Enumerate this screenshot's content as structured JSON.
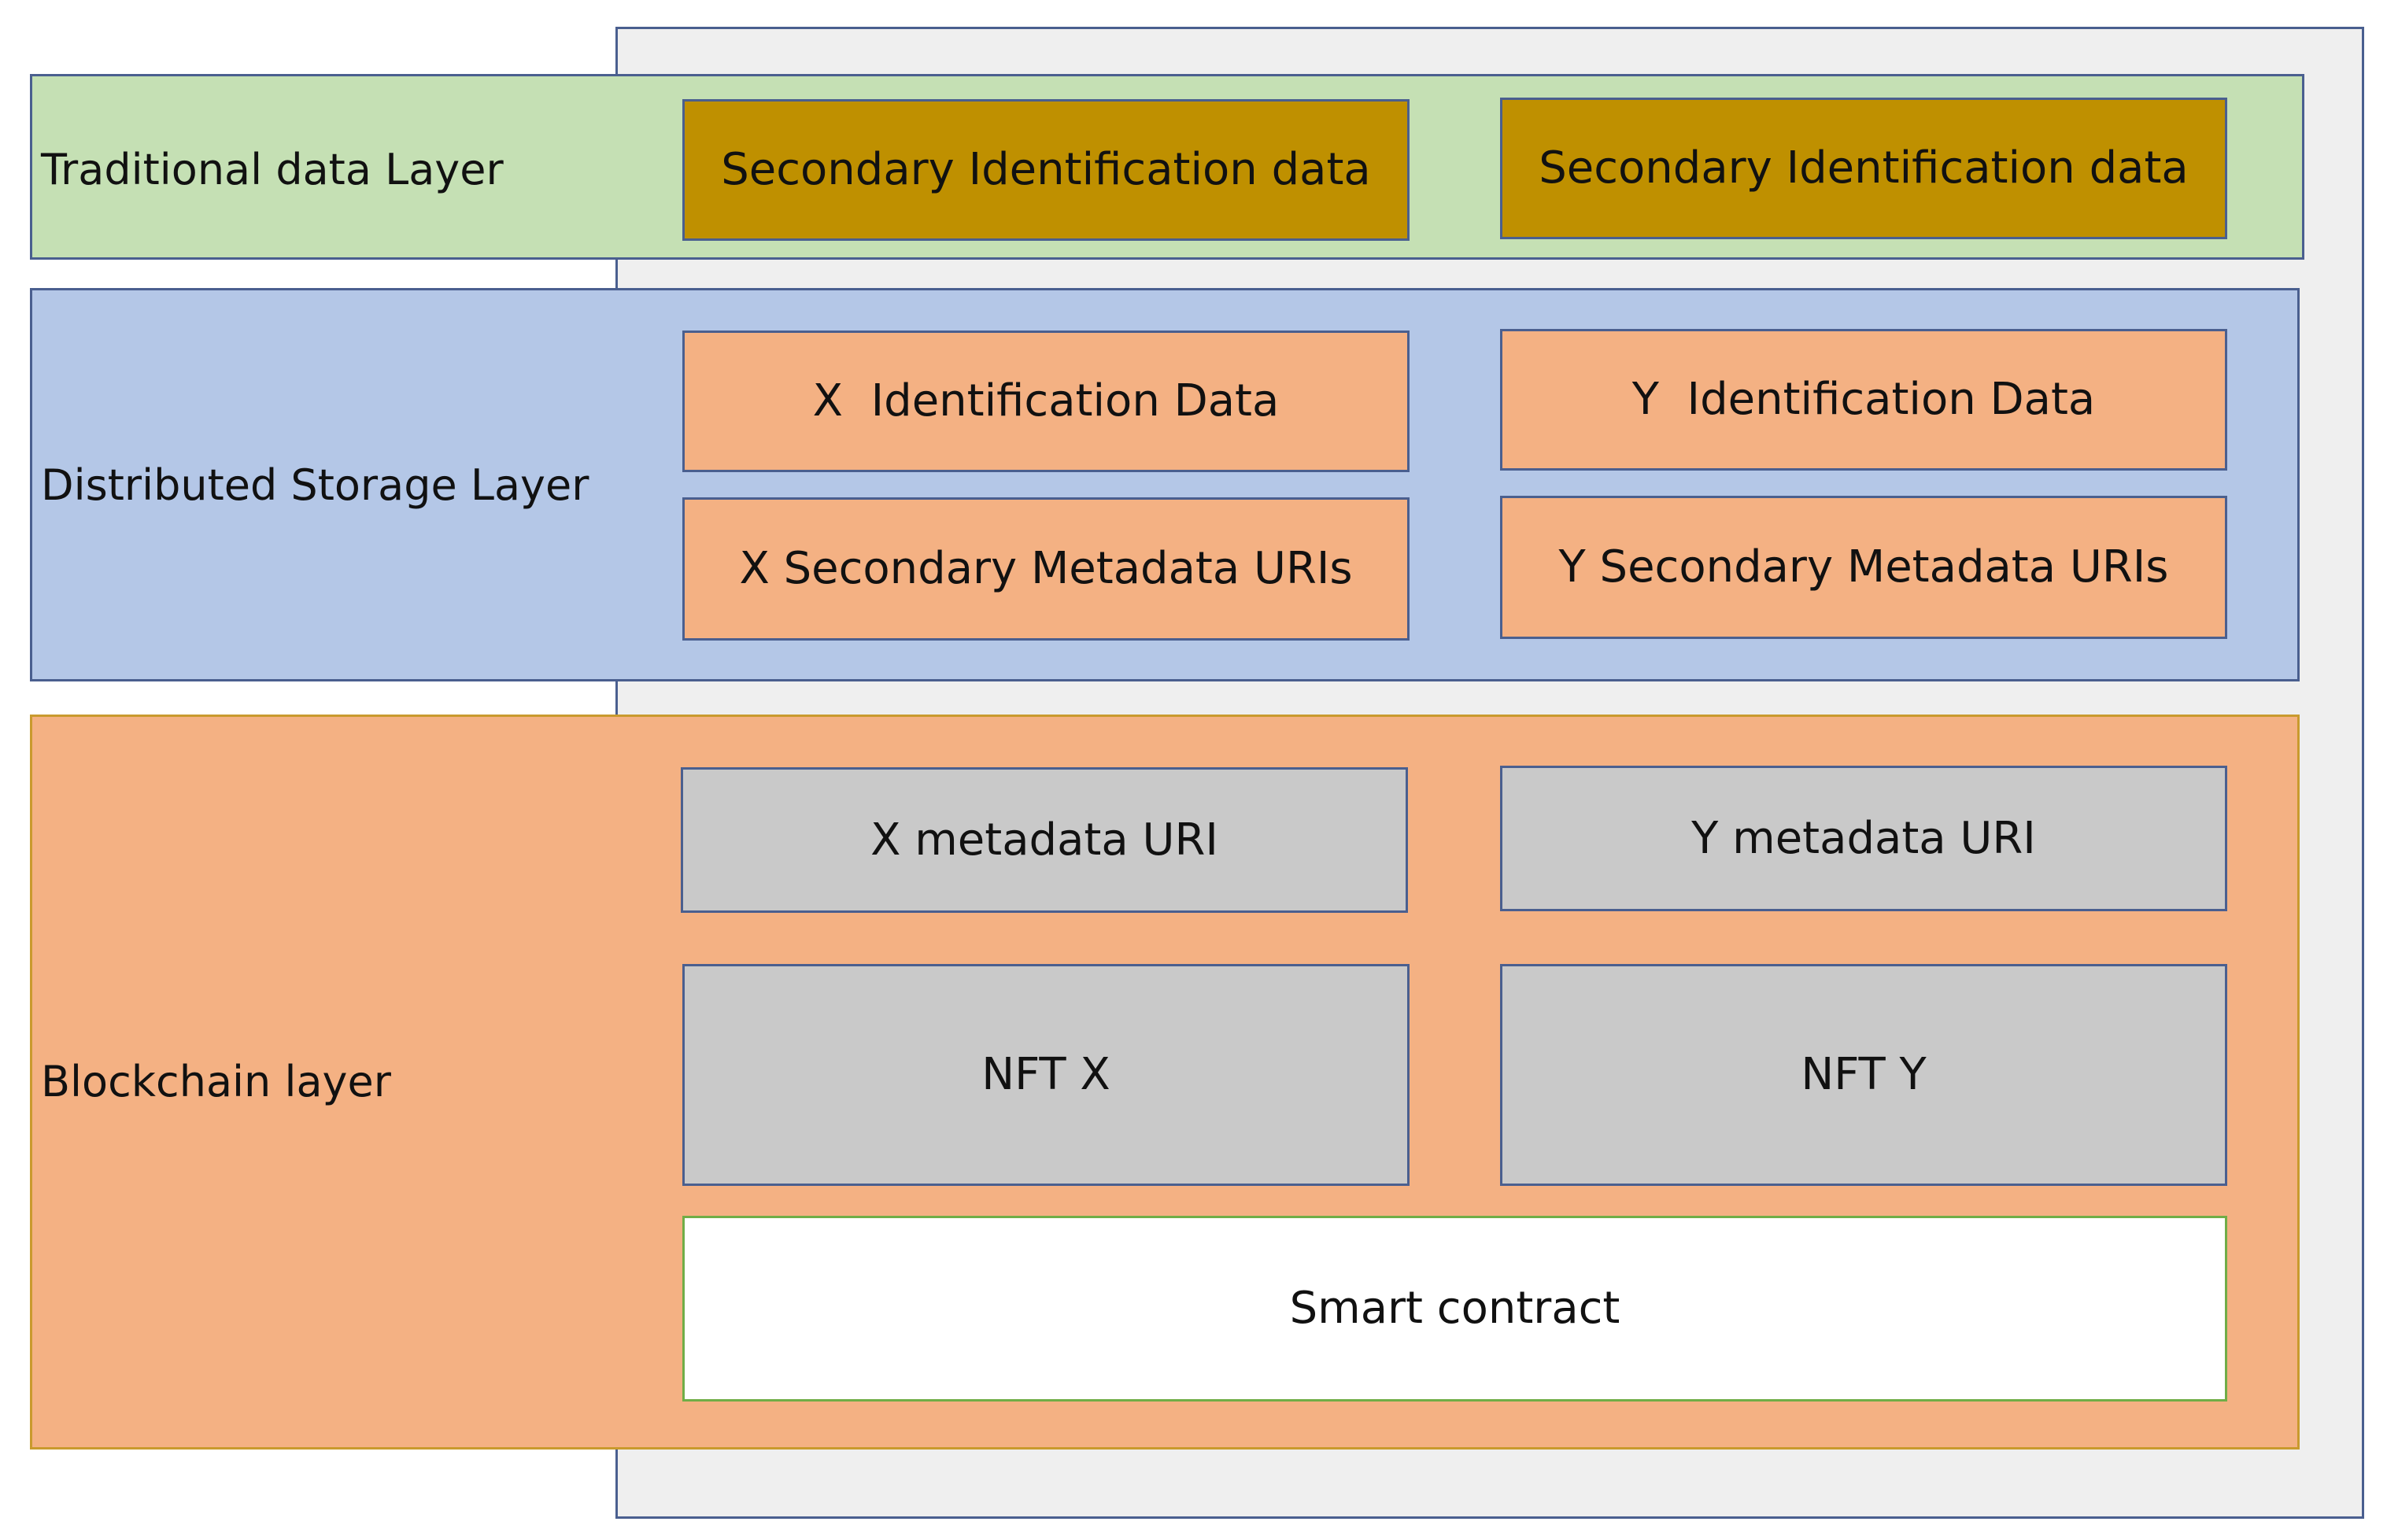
{
  "layers": {
    "traditional": {
      "label": "Traditional data Layer",
      "boxes": [
        "Secondary Identification data",
        "Secondary Identification data"
      ]
    },
    "distributed": {
      "label": "Distributed Storage Layer",
      "boxes": [
        "X  Identification Data",
        "Y  Identification Data",
        "X Secondary Metadata URIs",
        "Y Secondary Metadata URIs"
      ]
    },
    "blockchain": {
      "label": "Blockchain layer",
      "boxes": [
        "X metadata URI",
        "Y metadata URI",
        "NFT X",
        "NFT Y",
        "Smart contract"
      ]
    }
  },
  "colors": {
    "traditional_layer": "#c5e0b4",
    "distributed_layer": "#b4c7e7",
    "blockchain_layer": "#f4b183",
    "secondary_box": "#bf9000",
    "identification_box": "#f4b183",
    "nft_box": "#c9c9c9",
    "contract_box": "#ffffff"
  }
}
